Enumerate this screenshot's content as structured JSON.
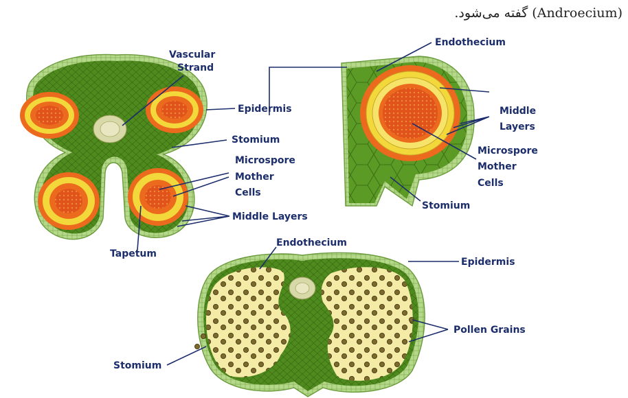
{
  "title": "(Androecium) گفته می‌شود.",
  "labels": {
    "a_vascular_1": "Vascular",
    "a_vascular_2": "Strand",
    "a_epidermis": "Epidermis",
    "a_stomium": "Stomium",
    "a_msmc_1": "Microspore",
    "a_msmc_2": "Mother",
    "a_msmc_3": "Cells",
    "a_middle": "Middle Layers",
    "a_tapetum": "Tapetum",
    "b_endothecium": "Endothecium",
    "b_middle_1": "Middle",
    "b_middle_2": "Layers",
    "b_msmc_1": "Microspore",
    "b_msmc_2": "Mother",
    "b_msmc_3": "Cells",
    "b_stomium": "Stomium",
    "c_endothecium": "Endothecium",
    "c_epidermis": "Epidermis",
    "c_pollen": "Pollen Grains",
    "c_stomium": "Stomium"
  },
  "colors": {
    "tissue_green": "#4f8a1e",
    "epidermis_light": "#b5d98a",
    "tapetum_orange": "#ec6a1d",
    "middle_yellow": "#f2d83a",
    "sporogenous": "#e0531a",
    "pollen_sac": "#f3eba6",
    "pollen_grain": "#7c6a2c",
    "label_blue": "#1b2d6b"
  }
}
